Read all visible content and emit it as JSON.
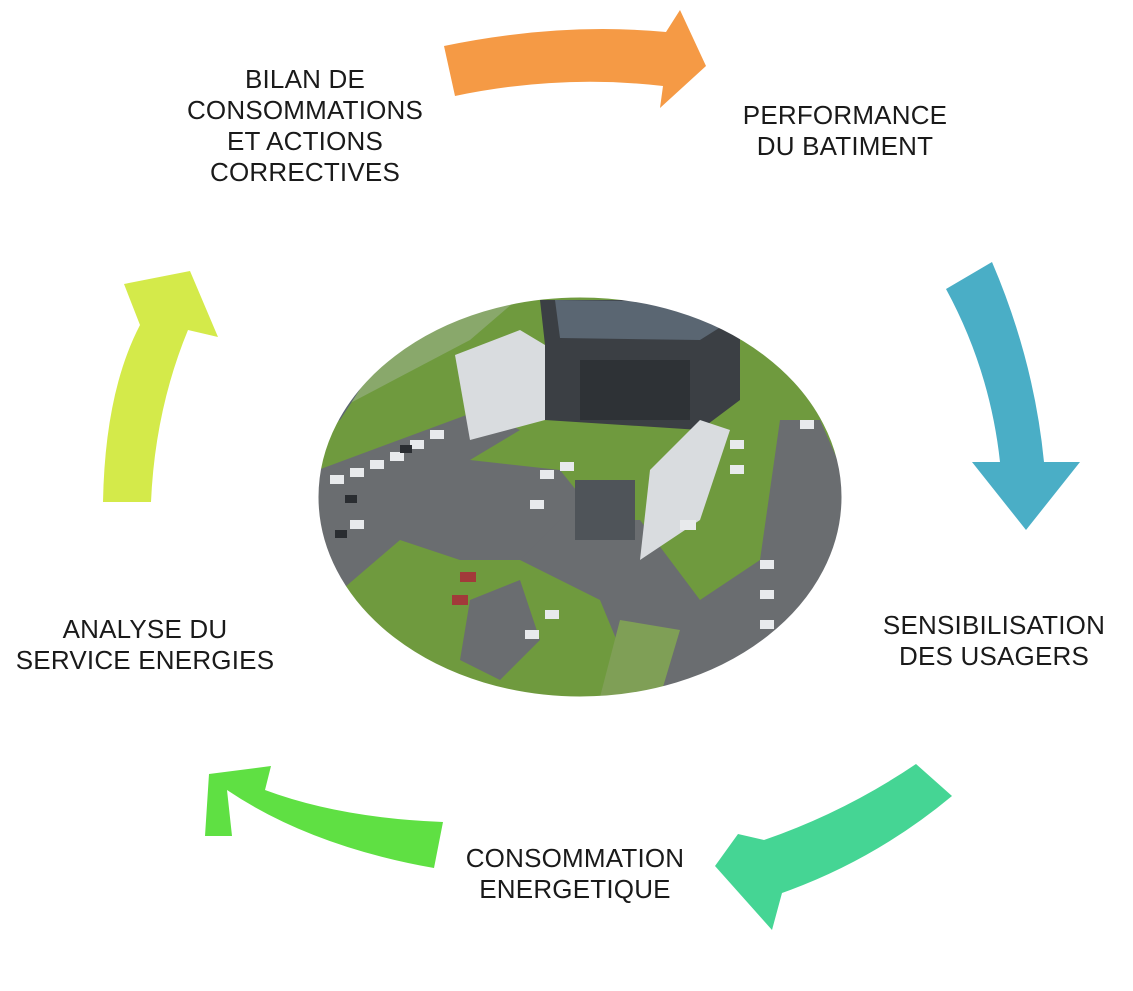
{
  "stages": {
    "bilan": {
      "lines": [
        "BILAN DE",
        "CONSOMMATIONS",
        "ET ACTIONS",
        "CORRECTIVES"
      ]
    },
    "performance": {
      "lines": [
        "PERFORMANCE",
        "DU BATIMENT"
      ]
    },
    "sensibilisation": {
      "lines": [
        "SENSIBILISATION",
        "DES USAGERS"
      ]
    },
    "consommation": {
      "lines": [
        "CONSOMMATION",
        "ENERGETIQUE"
      ]
    },
    "analyse": {
      "lines": [
        "ANALYSE DU",
        "SERVICE ENERGIES"
      ]
    }
  },
  "arrows": {
    "top": {
      "color": "#F59A45"
    },
    "right": {
      "color": "#4AAEC6"
    },
    "bottom_right": {
      "color": "#45D594"
    },
    "bottom_left": {
      "color": "#5FE043"
    },
    "left": {
      "color": "#D4EA4A"
    }
  },
  "photo": {
    "icon": "building-aerial-photo",
    "colors": {
      "grass": "#6f9a3e",
      "asphalt": "#6a6d70",
      "roof": "#5a6672",
      "facade": "#3b3f44",
      "white_block": "#d9dcdf"
    }
  }
}
